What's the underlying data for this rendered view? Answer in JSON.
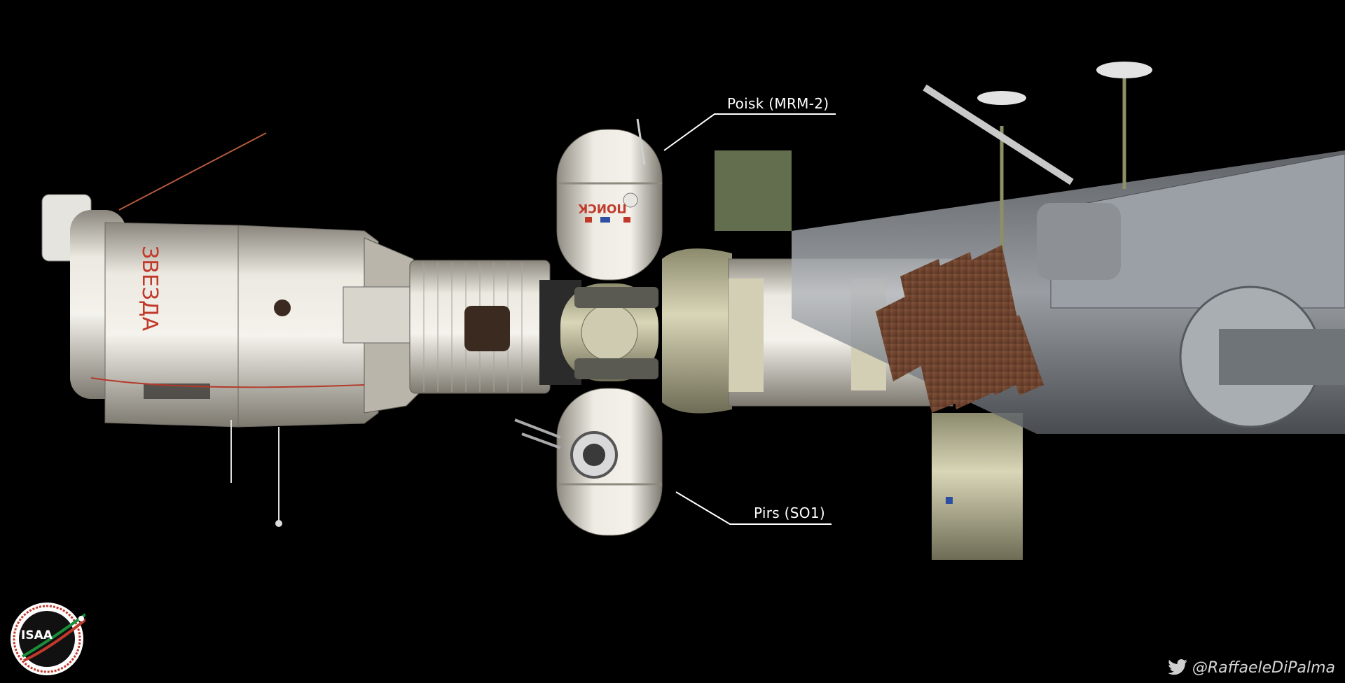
{
  "annotations": {
    "poisk": "Poisk (MRM-2)",
    "pirs": "Pirs (SO1)"
  },
  "module_text": {
    "zvezda": "ЗВЕЗДА",
    "poisk": "ПОИСК"
  },
  "logo": {
    "text": "ISAA"
  },
  "credit": {
    "handle": "@RaffaeleDiPalma",
    "icon": "twitter-bird-icon"
  },
  "colors": {
    "background": "#000000",
    "label": "#ffffff",
    "hull": "#e9e6df",
    "solar_panel": "#7a4a33"
  }
}
